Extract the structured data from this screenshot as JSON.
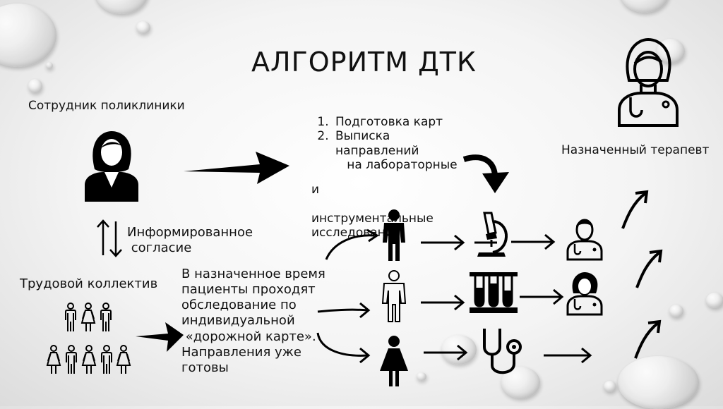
{
  "title": "АЛГОРИТМ ДТК",
  "labels": {
    "clinic_staff": "Сотрудник поликлиники",
    "informed_consent": "Информированное\n согласие",
    "work_collective": "Трудовой коллектив",
    "assigned_therapist": "Назначенный терапевт",
    "step3_text": "В назначенное время\nпациенты проходят\nобследование по\nиндивидуальной\n «дорожной карте».\nНаправления уже\nготовы"
  },
  "steps": [
    "Подготовка карт",
    "Выписка\nнаправлений\n   на лабораторные"
  ],
  "steps_tail": "и\n\nинструментальные\nисследования",
  "icons": {
    "therapist_top": "female-doctor-icon",
    "clinic_staff": "woman-icon",
    "collective": "people-group-icon",
    "patients": [
      "man-icon",
      "man-outline-icon",
      "woman-icon"
    ],
    "diagnostics": [
      "microscope-icon",
      "test-tubes-icon",
      "stethoscope-icon"
    ],
    "doctors": [
      "male-doctor-icon",
      "female-doctor-icon"
    ]
  }
}
